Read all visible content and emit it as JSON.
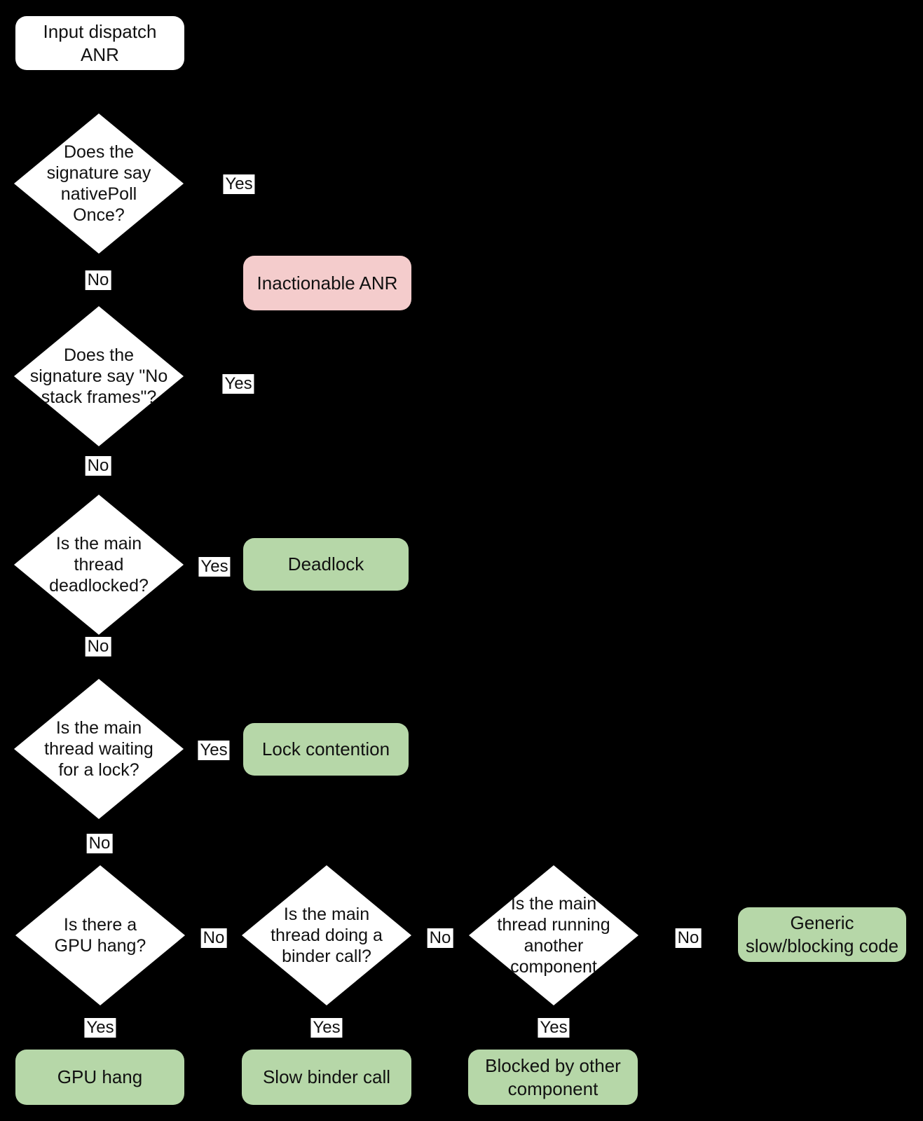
{
  "flowchart": {
    "start": {
      "label": "Input dispatch ANR"
    },
    "decisions": [
      {
        "lines": [
          "Does the",
          "signature say",
          "nativePoll",
          "Once?"
        ]
      },
      {
        "lines": [
          "Does the",
          "signature say \"No",
          "stack frames\"?"
        ]
      },
      {
        "lines": [
          "Is the main",
          "thread",
          "deadlocked?"
        ]
      },
      {
        "lines": [
          "Is the main",
          "thread waiting",
          "for a lock?"
        ]
      },
      {
        "lines": [
          "Is there a",
          "GPU hang?"
        ]
      },
      {
        "lines": [
          "Is the main",
          "thread doing a",
          "binder call?"
        ]
      },
      {
        "lines": [
          "Is the main",
          "thread running",
          "another",
          "component"
        ]
      }
    ],
    "outcomes": {
      "inactionable": {
        "label": "Inactionable ANR"
      },
      "deadlock": {
        "label": "Deadlock"
      },
      "lock_contention": {
        "label": "Lock contention"
      },
      "generic": {
        "label": "Generic slow/blocking code"
      },
      "gpu_hang": {
        "label": "GPU hang"
      },
      "slow_binder": {
        "label": "Slow binder call"
      },
      "blocked_other": {
        "label": "Blocked by other component"
      }
    },
    "labels": {
      "yes": "Yes",
      "no": "No"
    },
    "colors": {
      "background": "#000000",
      "decision_fill": "#ffffff",
      "positive_fill": "#b6d7a8",
      "negative_fill": "#f4cccc",
      "text": "#111111"
    }
  }
}
